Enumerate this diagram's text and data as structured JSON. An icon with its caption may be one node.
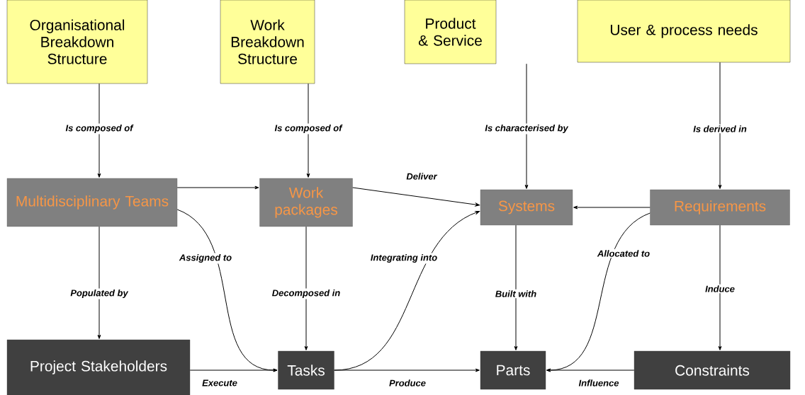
{
  "diagram": {
    "nodes": [
      {
        "text": [
          "Organisational Breakdown Structure"
        ]
      },
      {
        "text": [
          "Work Breakdown Structure"
        ]
      },
      {
        "text": [
          "Product & Service"
        ]
      },
      {
        "text": [
          "User & process needs"
        ]
      },
      {
        "text": [
          "Multidisciplinary Teams"
        ]
      },
      {
        "text": [
          "Work packages"
        ]
      },
      {
        "text": [
          "Systems"
        ]
      },
      {
        "text": [
          "Requirements"
        ]
      },
      {
        "text": [
          "Project Stakeholders"
        ]
      },
      {
        "text": [
          "Tasks"
        ]
      },
      {
        "text": [
          "Parts"
        ]
      },
      {
        "text": [
          "Constraints"
        ]
      }
    ],
    "edges": [
      {
        "from": 0,
        "to": 4,
        "arrow": "to",
        "label": "Is composed of"
      },
      {
        "from": 1,
        "to": 5,
        "arrow": "to",
        "label": "Is composed of"
      },
      {
        "from": 2,
        "to": 6,
        "arrow": "to",
        "label": "Is characterised by"
      },
      {
        "from": 3,
        "to": 7,
        "arrow": "to",
        "label": "Is derived in"
      },
      {
        "from": 4,
        "to": 5,
        "arrow": "to"
      },
      {
        "from": 5,
        "to": 6,
        "arrow": "to",
        "label": "Deliver"
      },
      {
        "from": 7,
        "to": 6,
        "arrow": "to"
      },
      {
        "from": 4,
        "to": 8,
        "arrow": "to",
        "label": "Populated by"
      },
      {
        "from": 4,
        "to": 9,
        "arrow": "to",
        "label": "Assigned to"
      },
      {
        "from": 5,
        "to": 9,
        "arrow": "to",
        "label": "Decomposed in"
      },
      {
        "from": 9,
        "to": 6,
        "arrow": "to",
        "label": "Integrating into"
      },
      {
        "from": 6,
        "to": 10,
        "arrow": "to",
        "label": "Built with"
      },
      {
        "from": 7,
        "to": 10,
        "arrow": "to",
        "label": "Allocated to"
      },
      {
        "from": 7,
        "to": 11,
        "arrow": "to",
        "label": "Induce"
      },
      {
        "from": 8,
        "to": 9,
        "arrow": "to",
        "label": "Execute"
      },
      {
        "from": 9,
        "to": 10,
        "arrow": "to",
        "label": "Produce"
      },
      {
        "from": 11,
        "to": 10,
        "arrow": "to",
        "label": "Influence"
      }
    ]
  }
}
